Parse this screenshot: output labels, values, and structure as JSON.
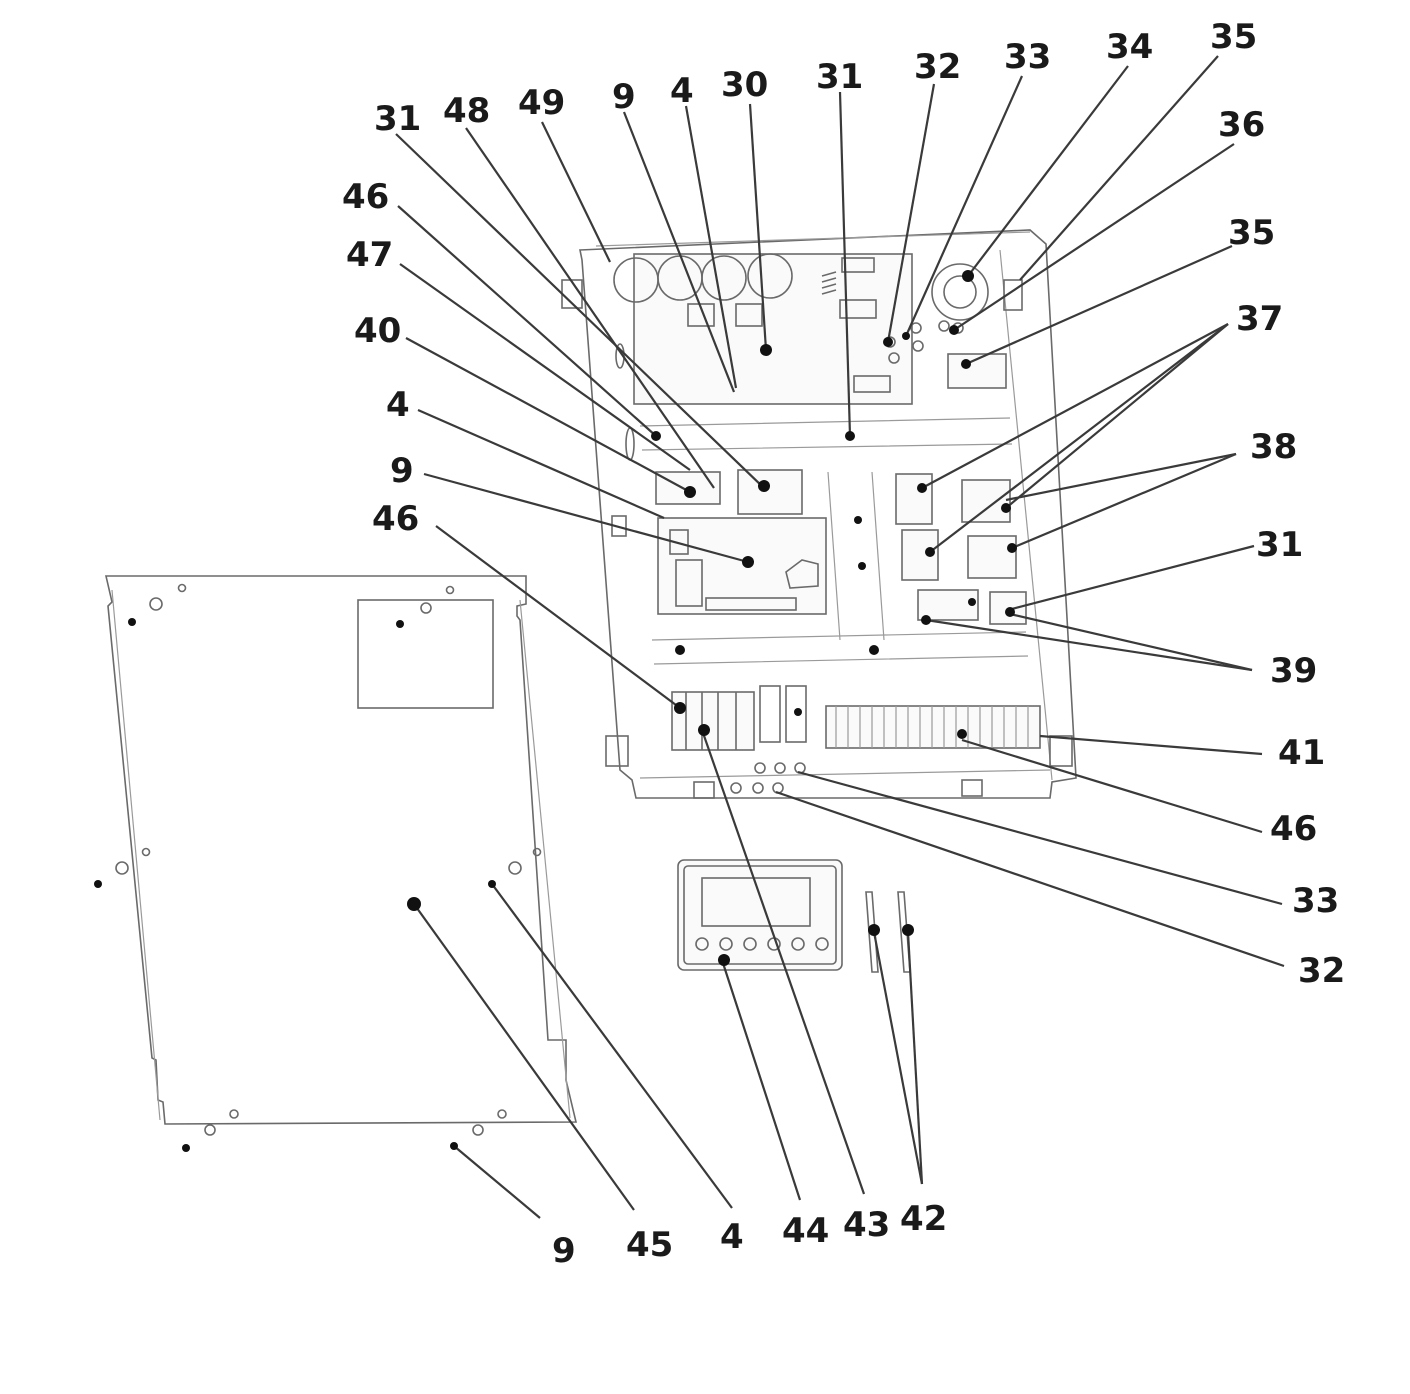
{
  "callouts": [
    {
      "id": "c1",
      "text": "31"
    },
    {
      "id": "c2",
      "text": "48"
    },
    {
      "id": "c3",
      "text": "49"
    },
    {
      "id": "c4",
      "text": "9"
    },
    {
      "id": "c5",
      "text": "4"
    },
    {
      "id": "c6",
      "text": "30"
    },
    {
      "id": "c7",
      "text": "31"
    },
    {
      "id": "c8",
      "text": "32"
    },
    {
      "id": "c9",
      "text": "33"
    },
    {
      "id": "c10",
      "text": "34"
    },
    {
      "id": "c11",
      "text": "35"
    },
    {
      "id": "c12",
      "text": "36"
    },
    {
      "id": "c13",
      "text": "35"
    },
    {
      "id": "c14",
      "text": "37"
    },
    {
      "id": "c15",
      "text": "38"
    },
    {
      "id": "c16",
      "text": "31"
    },
    {
      "id": "c17",
      "text": "39"
    },
    {
      "id": "c18",
      "text": "41"
    },
    {
      "id": "c19",
      "text": "46"
    },
    {
      "id": "c20",
      "text": "33"
    },
    {
      "id": "c21",
      "text": "32"
    },
    {
      "id": "c22",
      "text": "46"
    },
    {
      "id": "c23",
      "text": "47"
    },
    {
      "id": "c24",
      "text": "40"
    },
    {
      "id": "c25",
      "text": "4"
    },
    {
      "id": "c26",
      "text": "9"
    },
    {
      "id": "c27",
      "text": "46"
    },
    {
      "id": "c28",
      "text": "9"
    },
    {
      "id": "c29",
      "text": "45"
    },
    {
      "id": "c30",
      "text": "4"
    },
    {
      "id": "c31",
      "text": "44"
    },
    {
      "id": "c32",
      "text": "43"
    },
    {
      "id": "c33",
      "text": "42"
    }
  ]
}
